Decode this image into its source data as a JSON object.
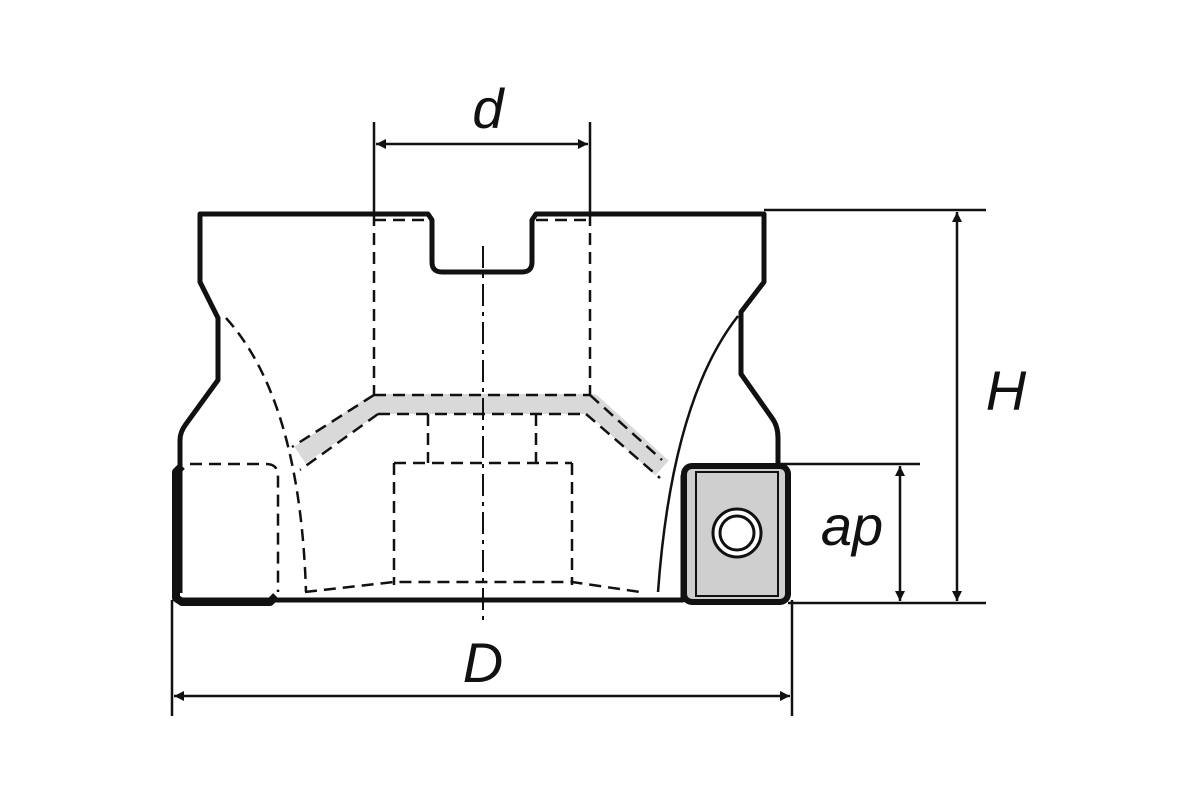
{
  "diagram": {
    "labels": {
      "bore_diameter": "d",
      "cutter_diameter": "D",
      "height": "H",
      "depth_of_cut": "ap"
    },
    "colors": {
      "outline": "#111111",
      "coolant_channel": "#d9d9d9",
      "insert_fill": "#cfcfcf",
      "background": "#ffffff"
    }
  }
}
